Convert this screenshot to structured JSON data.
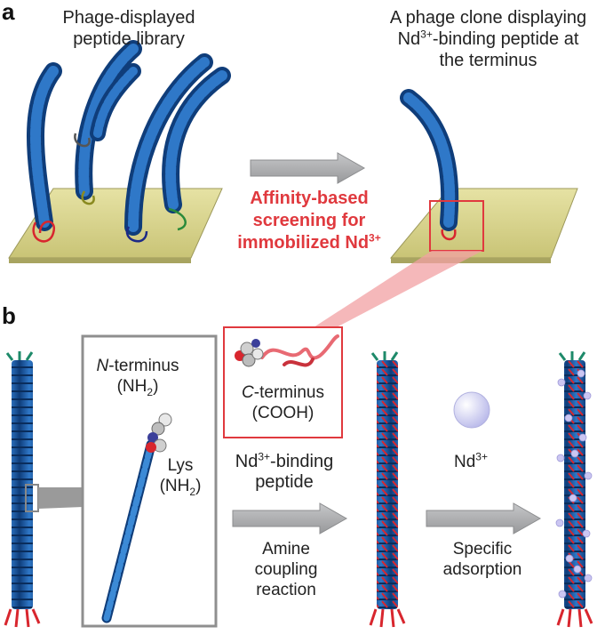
{
  "panel_a": {
    "letter": "a",
    "left_caption_line1": "Phage-displayed",
    "left_caption_line2": "peptide library",
    "right_caption_line1": "A phage clone displaying",
    "right_caption_line2_pre": "Nd",
    "right_caption_line2_sup": "3+",
    "right_caption_line2_post": "-binding peptide at",
    "right_caption_line3": "the terminus",
    "screen_line1": "Affinity-based",
    "screen_line2": "screening for",
    "screen_line3_pre": "immobilized Nd",
    "screen_line3_sup": "3+"
  },
  "panel_b": {
    "letter": "b",
    "n_terminus_italic": "N",
    "n_terminus_rest": "-terminus",
    "n_terminus_group_pre": "(NH",
    "n_terminus_group_sub": "2",
    "n_terminus_group_post": ")",
    "lys_label": "Lys",
    "lys_group_pre": "(NH",
    "lys_group_sub": "2",
    "lys_group_post": ")",
    "c_terminus_italic": "C",
    "c_terminus_rest": "-terminus",
    "c_terminus_group": "(COOH)",
    "binding_pre": "Nd",
    "binding_sup": "3+",
    "binding_post": "-binding",
    "binding_line2": "peptide",
    "nd_label": "Nd",
    "nd_sup": "3+",
    "step1_line1": "Amine",
    "step1_line2": "coupling",
    "step1_line3": "reaction",
    "step2_line1": "Specific",
    "step2_line2": "adsorption"
  },
  "colors": {
    "phage_blue": "#1f5fae",
    "phage_dark": "#12396e",
    "peptide_red": "#d8262e",
    "substrate": "#d9d486",
    "arrow_gray": "#a9aaac",
    "highlight_red": "#e0393e",
    "nd_ion": "#c9c9f0"
  }
}
